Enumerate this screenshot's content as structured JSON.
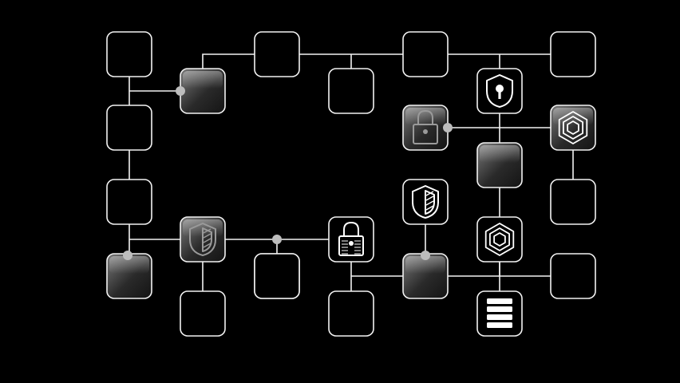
{
  "colors": {
    "background": "#000000",
    "stroke": "#f2f2f2",
    "dot": "#bdbdbd",
    "glass_top": "#7a7a7a",
    "glass_bottom": "#141414"
  },
  "nodes": [
    {
      "id": "n1",
      "style": "empty",
      "icon": "none"
    },
    {
      "id": "n2",
      "style": "empty",
      "icon": "none"
    },
    {
      "id": "n3",
      "style": "empty",
      "icon": "none"
    },
    {
      "id": "n4",
      "style": "empty",
      "icon": "none"
    },
    {
      "id": "n5",
      "style": "glass",
      "icon": "none"
    },
    {
      "id": "n6",
      "style": "empty",
      "icon": "none"
    },
    {
      "id": "n7",
      "style": "empty",
      "icon": "shield-keyhole-icon"
    },
    {
      "id": "n8",
      "style": "empty",
      "icon": "none"
    },
    {
      "id": "n9",
      "style": "glass",
      "icon": "padlock-icon"
    },
    {
      "id": "n10",
      "style": "glass",
      "icon": "hexagon-icon"
    },
    {
      "id": "n11",
      "style": "empty",
      "icon": "none"
    },
    {
      "id": "n12",
      "style": "glass",
      "icon": "none"
    },
    {
      "id": "n13",
      "style": "empty",
      "icon": "none"
    },
    {
      "id": "n14",
      "style": "empty",
      "icon": "shield-check-icon"
    },
    {
      "id": "n15",
      "style": "empty",
      "icon": "none"
    },
    {
      "id": "n16",
      "style": "glass",
      "icon": "shield-icon"
    },
    {
      "id": "n17",
      "style": "empty",
      "icon": "circuit-padlock-icon"
    },
    {
      "id": "n18",
      "style": "empty",
      "icon": "hexagon-icon"
    },
    {
      "id": "n19",
      "style": "glass",
      "icon": "none"
    },
    {
      "id": "n20",
      "style": "empty",
      "icon": "none"
    },
    {
      "id": "n21",
      "style": "empty",
      "icon": "none"
    },
    {
      "id": "n22",
      "style": "glass",
      "icon": "none"
    },
    {
      "id": "n23",
      "style": "empty",
      "icon": "none"
    },
    {
      "id": "n24",
      "style": "empty",
      "icon": "none"
    },
    {
      "id": "n25",
      "style": "empty",
      "icon": "server-rack-icon"
    }
  ],
  "junction_count": 5
}
